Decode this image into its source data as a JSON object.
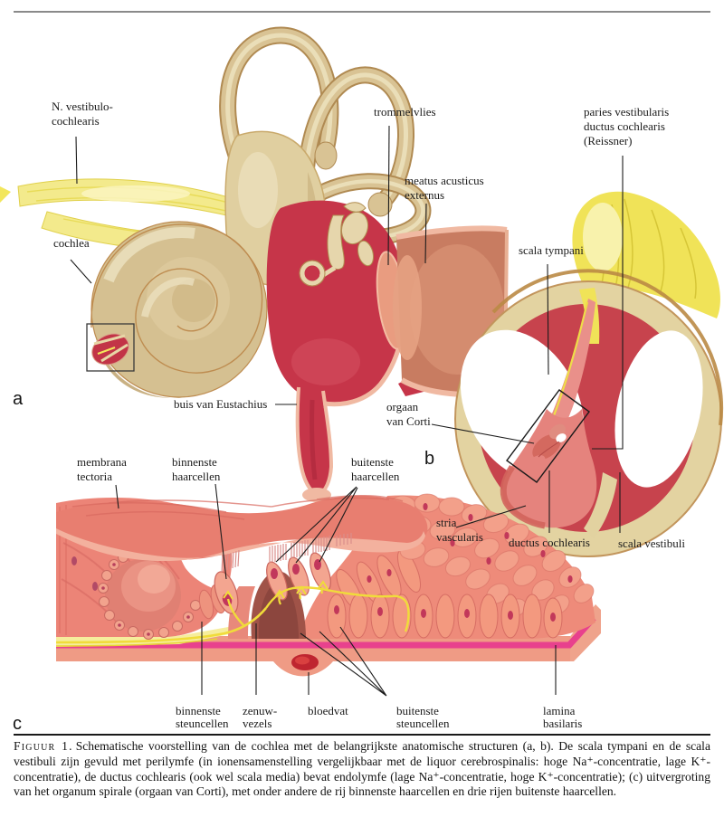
{
  "figure": {
    "panels": {
      "a": {
        "letter": "a",
        "labels": {
          "nervus_vestibulocochlearis": "N. vestibulo-\ncochlearis",
          "cochlea": "cochlea",
          "trommelvlies": "trommelvlies",
          "meatus_acusticus_externus": "meatus acusticus\nexternus",
          "buis_van_eustachius": "buis van Eustachius"
        }
      },
      "b": {
        "letter": "b",
        "labels": {
          "paries_vestibularis": "paries vestibularis\nductus cochlearis\n(Reissner)",
          "scala_tympani": "scala tympani",
          "orgaan_van_corti": "orgaan\nvan Corti",
          "stria_vascularis": "stria\nvascularis",
          "ductus_cochlearis": "ductus cochlearis",
          "scala_vestibuli": "scala vestibuli"
        }
      },
      "c": {
        "letter": "c",
        "labels": {
          "membrana_tectoria": "membrana\ntectoria",
          "binnenste_haarcellen": "binnenste\nhaarcellen",
          "buitenste_haarcellen": "buitenste\nhaarcellen",
          "binnenste_steuncellen": "binnenste\nsteuncellen",
          "zenuwvezels": "zenuw-\nvezels",
          "bloedvat": "bloedvat",
          "buitenste_steuncellen": "buitenste\nsteuncellen",
          "lamina_basilaris": "lamina\nbasilaris"
        }
      }
    },
    "caption": {
      "tag": "Figuur 1.",
      "body": "Schematische voorstelling van de cochlea met de belangrijkste anatomische structuren (a, b). De scala tympani en de scala vestibuli zijn gevuld met perilymfe (in ionensamenstelling vergelijkbaar met de liquor cerebrospinalis: hoge Na⁺-concentratie, lage K⁺-concentratie), de ductus cochlearis (ook wel scala media) bevat endolymfe (lage Na⁺-concentratie, hoge K⁺-concentratie); (c) uitvergroting van het organum spirale (orgaan van Corti), met onder andere de rij binnenste haarcellen en drie rijen buitenste haarcellen."
    },
    "colors": {
      "bone_beige": "#d5c091",
      "cavity_red": "#c63549",
      "canal_salmon": "#c97a60",
      "rim_pink": "#f0b9a2",
      "nerve_yellow": "#f2e65c",
      "tissue_pink": "#ec8578",
      "ductus_salmon": "#e5837d",
      "basilar_stripe_pink": "#e8418d",
      "blood_red": "#bf2530",
      "top_rule_gray": "#8a8a8a"
    }
  }
}
